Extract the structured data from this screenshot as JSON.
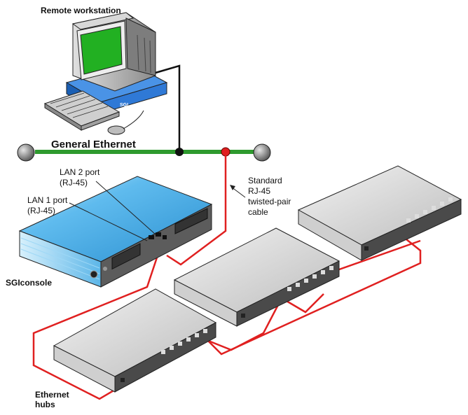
{
  "labels": {
    "remote_workstation": "Remote workstation",
    "general_ethernet": "General Ethernet",
    "lan2_line1": "LAN 2 port",
    "lan2_line2": "(RJ-45)",
    "lan1_line1": "LAN 1 port",
    "lan1_line2": "(RJ-45)",
    "cable_line1": "Standard",
    "cable_line2": "RJ-45",
    "cable_line3": "twisted-pair",
    "cable_line4": "cable",
    "sgiconsole": "SGIconsole",
    "hubs_line1": "Ethernet",
    "hubs_line2": "hubs",
    "brand_mark": "SGI"
  },
  "colors": {
    "ethernet_bus": "#2e9a2e",
    "cable": "#e02020",
    "monitor_screen": "#22b022",
    "console_top": "#3aa8e0",
    "workstation_case": "#1f6fd1",
    "hub_body": "#d8d8d8",
    "terminator": "#888888"
  },
  "icons": [
    "computer-monitor-icon",
    "keyboard-icon",
    "mouse-icon",
    "server-chassis-icon",
    "network-hub-icon",
    "bus-terminator-icon"
  ]
}
